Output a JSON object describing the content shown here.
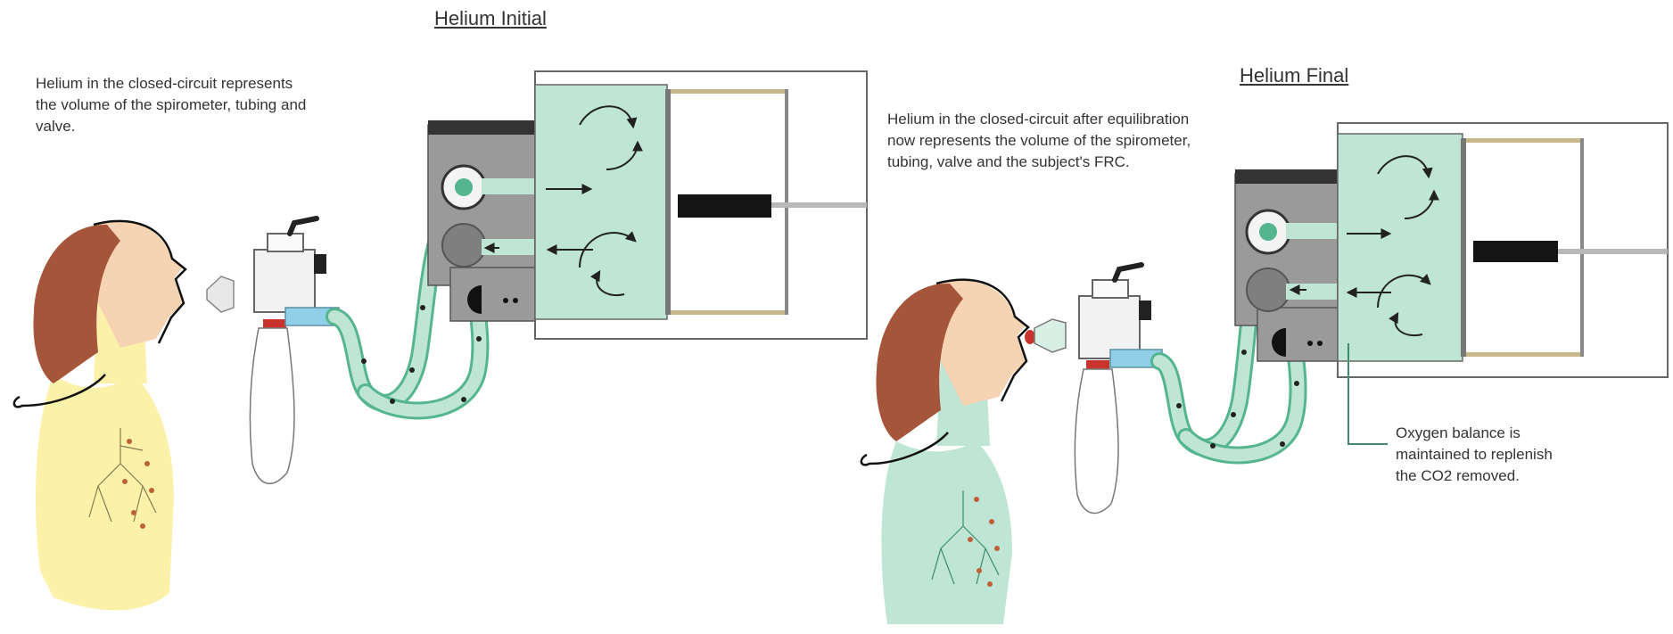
{
  "panels": [
    {
      "title": "Helium Initial",
      "caption_lines": [
        "Helium in the closed-circuit represents",
        "the volume of the spirometer, tubing and",
        "valve."
      ]
    },
    {
      "title": "Helium Final",
      "caption_lines": [
        "Helium in the closed-circuit after equilibration",
        "now represents the volume of the spirometer,",
        "tubing, valve and the subject's FRC."
      ],
      "annotation_lines": [
        "Oxygen balance is",
        "maintained to replenish",
        "the CO2 removed."
      ]
    }
  ],
  "colors": {
    "helium": "#bfe6d4",
    "helium_dark": "#55b58e",
    "lung_initial": "#fbf1a8",
    "hair": "#a5553a",
    "skin": "#f6d3b3",
    "housing": "#9a9a9a",
    "valve_red": "#c8332b",
    "valve_blue": "#8fd0e8"
  }
}
